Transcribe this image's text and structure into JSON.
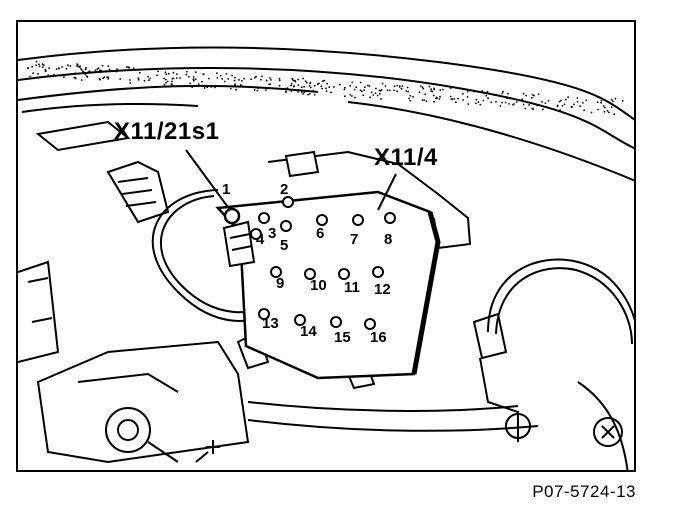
{
  "callouts": {
    "switch_label": "X11/21s1",
    "connector_label": "X11/4"
  },
  "pins": [
    "1",
    "2",
    "3",
    "4",
    "5",
    "6",
    "7",
    "8",
    "9",
    "10",
    "11",
    "12",
    "13",
    "14",
    "15",
    "16"
  ],
  "figure_ref": "P07-5724-13",
  "icons": [
    "diagnostic-socket-icon"
  ]
}
